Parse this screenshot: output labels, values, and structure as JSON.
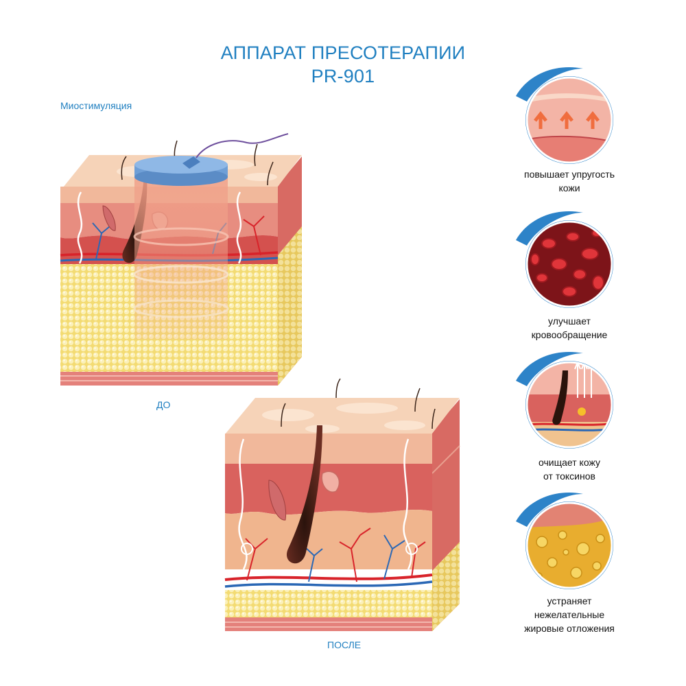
{
  "header": {
    "title_line1": "АППАРАТ ПРЕСОТЕРАПИИ",
    "title_line2": "PR-901"
  },
  "section_label": "Миостимуляция",
  "captions": {
    "before": "ДО",
    "after": "ПОСЛЕ"
  },
  "benefits": [
    {
      "line1": "повышает упругость",
      "line2": "кожи",
      "line3": ""
    },
    {
      "line1": "улучшает",
      "line2": "кровообращение",
      "line3": ""
    },
    {
      "line1": "очищает кожу",
      "line2": "от токсинов",
      "line3": ""
    },
    {
      "line1": "устраняет",
      "line2": "нежелательные",
      "line3": "жировые отложения"
    }
  ],
  "colors": {
    "accent": "#1f7fc0",
    "skin_top": "#f4c9ad",
    "dermis": "#e9867a",
    "blood": "#c0292b",
    "fat": "#f7e48a",
    "device": "#7aa9dc"
  }
}
